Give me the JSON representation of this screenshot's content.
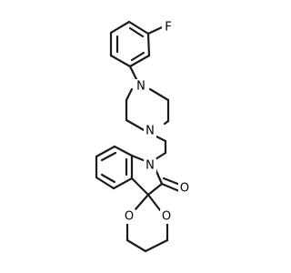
{
  "molecule": {
    "bond_color": "#1a1a1a",
    "background_color": "#ffffff",
    "atoms": [
      {
        "id": "F",
        "label": "F",
        "color": "#000000"
      },
      {
        "id": "N_pip_top",
        "label": "N",
        "color": "#000000"
      },
      {
        "id": "N_pip_bottom",
        "label": "N",
        "color": "#000000"
      },
      {
        "id": "N_indole",
        "label": "N",
        "color": "#000000"
      },
      {
        "id": "O_carbonyl",
        "label": "O",
        "color": "#000000"
      },
      {
        "id": "O_left",
        "label": "O",
        "color": "#000000"
      },
      {
        "id": "O_right",
        "label": "O",
        "color": "#000000"
      }
    ]
  }
}
